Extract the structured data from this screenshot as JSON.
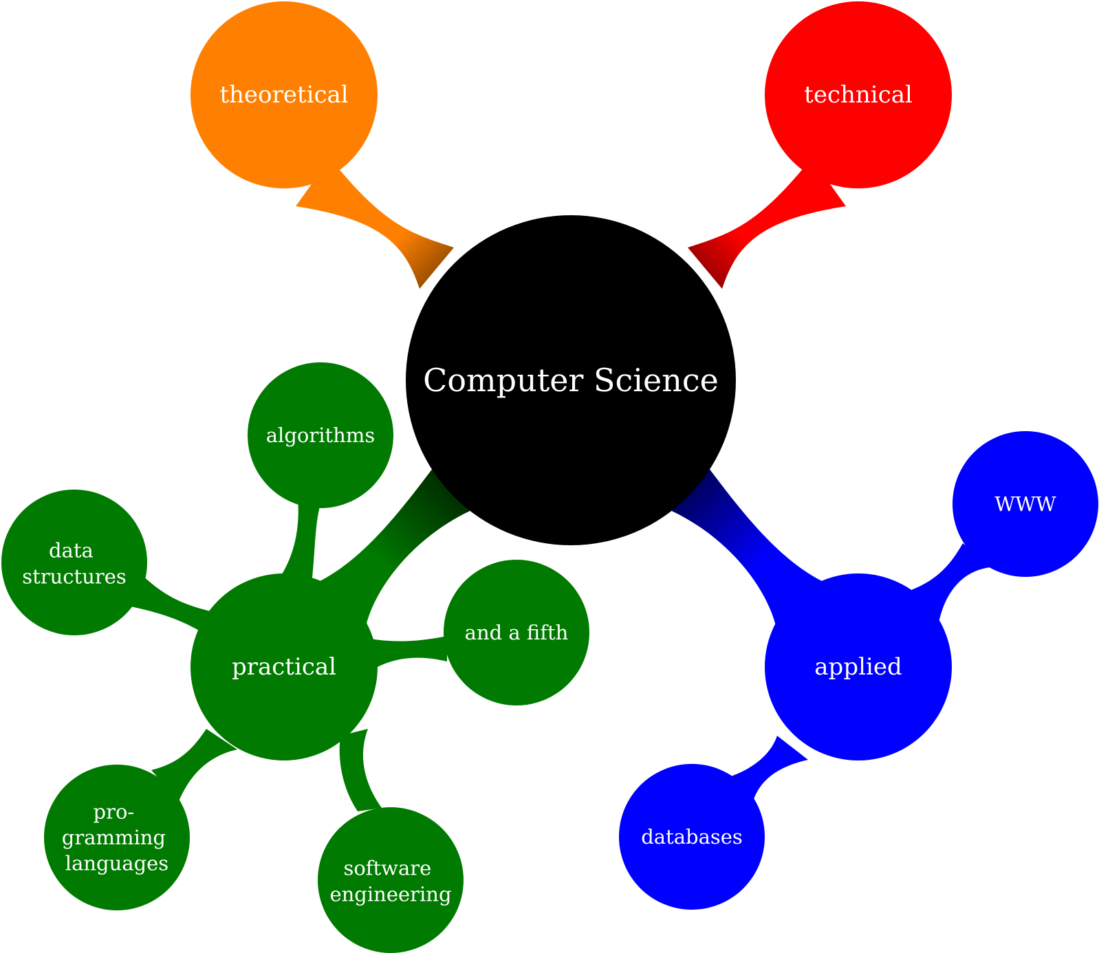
{
  "colors": {
    "background": "#ffffff",
    "root": "#000000",
    "theoretical": "#ff8000",
    "technical": "#ff0000",
    "practical": "#007a00",
    "applied": "#0000ff",
    "text": "#ffffff"
  },
  "root": {
    "label": "Computer Science"
  },
  "branches": {
    "theoretical": {
      "label": "theoretical"
    },
    "technical": {
      "label": "technical"
    },
    "practical": {
      "label": "practical",
      "children": {
        "algorithms": {
          "label": "algorithms"
        },
        "data_structures": {
          "lines": [
            "data",
            "structures"
          ]
        },
        "and_a_fifth": {
          "label": "and a fifth"
        },
        "programming_languages": {
          "lines": [
            "pro-",
            "gramming",
            "languages"
          ]
        },
        "software_engineering": {
          "lines": [
            "software",
            "engineering"
          ]
        }
      }
    },
    "applied": {
      "label": "applied",
      "children": {
        "www": {
          "label": "WWW"
        },
        "databases": {
          "label": "databases"
        }
      }
    }
  }
}
